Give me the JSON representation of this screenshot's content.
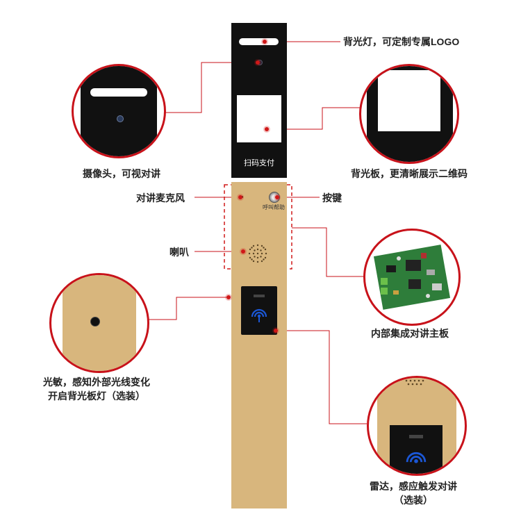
{
  "colors": {
    "gold": "#d8b67d",
    "black": "#111111",
    "accent_red": "#c8121a",
    "nfc_blue": "#1b57d6"
  },
  "pole": {
    "panel_text": "扫码支付",
    "button_text": "呼叫帮助"
  },
  "callouts": {
    "backlight": "背光灯，可定制专属LOGO",
    "camera": "摄像头，可视对讲",
    "backlight_board": "背光板，更清晰展示二维码",
    "mic": "对讲麦克风",
    "button": "按键",
    "speaker": "喇叭",
    "mainboard": "内部集成对讲主板",
    "light_sensor_line1": "光敏，感知外部光线变化",
    "light_sensor_line2": "开启背光板灯（选装）",
    "radar_line1": "雷达，感应触发对讲",
    "radar_line2": "（选装）"
  },
  "icons": [
    "camera-lens-icon",
    "speaker-grille-icon",
    "call-button-icon",
    "nfc-signal-icon",
    "light-sensor-icon",
    "circuit-board-icon"
  ]
}
